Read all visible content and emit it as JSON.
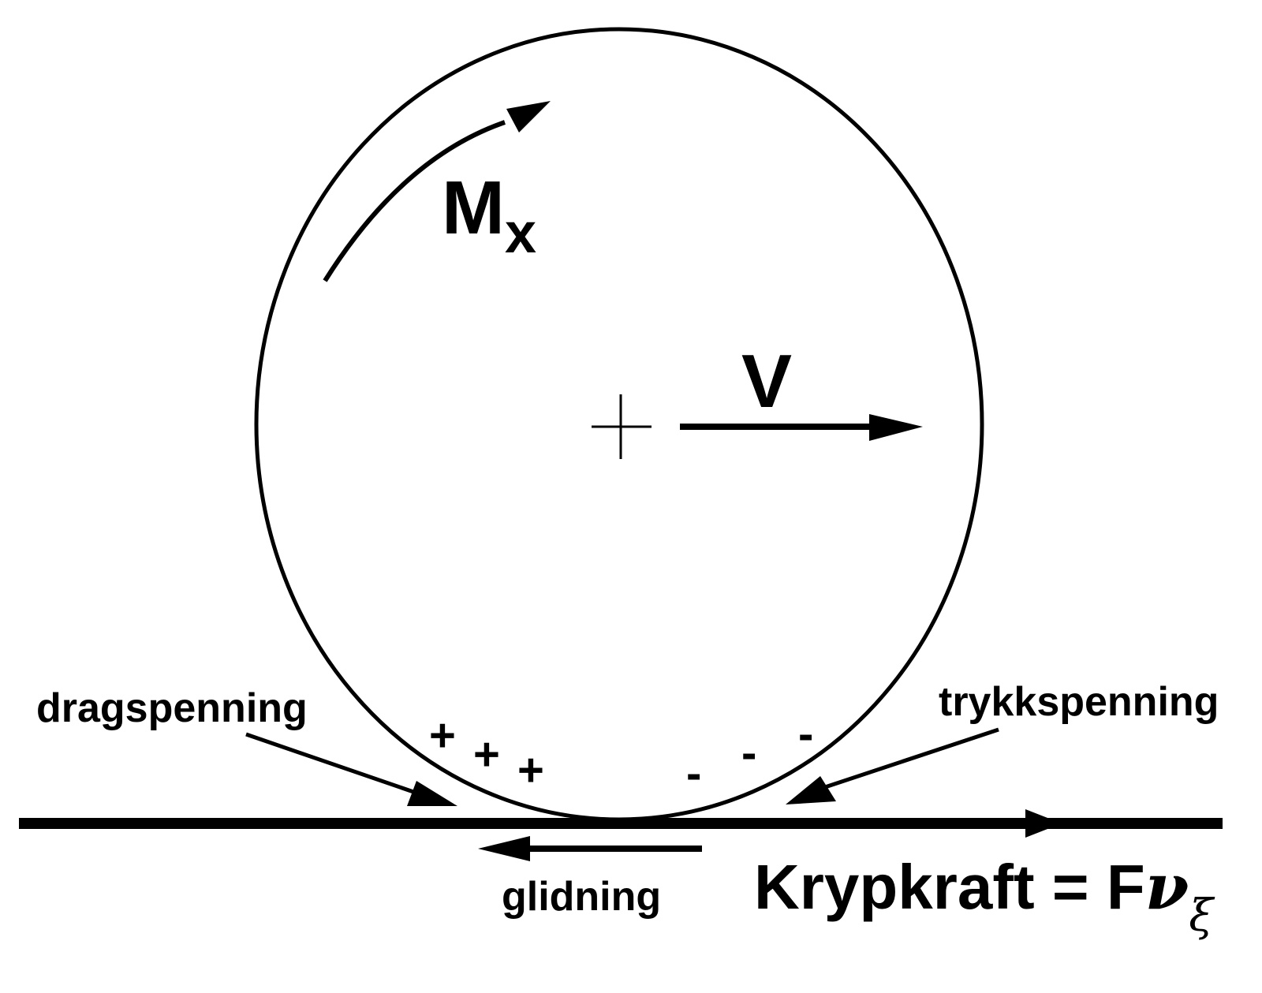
{
  "labels": {
    "moment": "M",
    "moment_sub": "x",
    "velocity": "V",
    "tension": "dragspenning",
    "compression": "trykkspenning",
    "slip": "glidning",
    "creep_text": "Krypkraft = F",
    "creep_nu": "ν",
    "creep_xi": "ξ"
  },
  "signs": {
    "plus": [
      "+",
      "+",
      "+"
    ],
    "minus": [
      "-",
      "-",
      "-"
    ]
  },
  "colors": {
    "ink": "#000000",
    "background": "#ffffff"
  }
}
